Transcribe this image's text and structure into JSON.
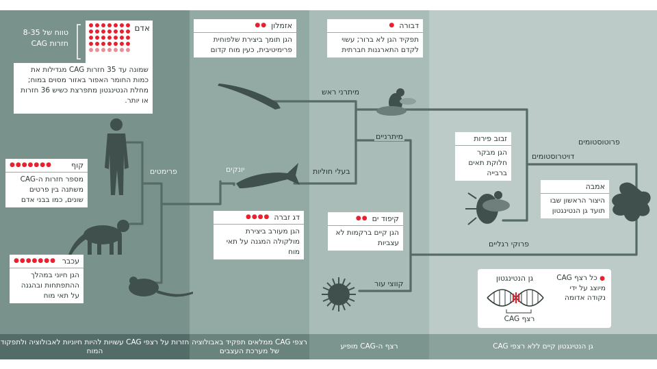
{
  "colors": {
    "band1": "#7a928c",
    "band2": "#93aaa4",
    "band3": "#a9bcb7",
    "band4": "#bccbc7",
    "line": "#566b66",
    "red": "#e8212e",
    "animal": "#3f504d"
  },
  "captions": {
    "c1": "חזרות על רצפי CAG עשויות להיות חיוניות לאבולוציה ולתפקוד המוח",
    "c2": "רצפי CAG ממלאים תפקיד באבולוציה של מערכת העצבים",
    "c3": "רצף ה-CAG מופיע",
    "c4": "גן הנטינגטון קיים ללא רצפי CAG"
  },
  "range_note": "טווח של 8-35 חזרות CAG",
  "human": {
    "name": "אדם",
    "text": "שמונה עד 35 חזרות CAG מגדילות את כמות החומר האפור באזור מסוים במוח; מחלת הנטינגטון מתפרצת כשיש 36 חזרות או יותר."
  },
  "monkey": {
    "name": "קוף",
    "dots": "●●●●●●●",
    "text": "מספר חזרות ה-CAG משתנה בין פרטים שונים, כמו בבני אדם"
  },
  "mouse": {
    "name": "עכבר",
    "dots": "●●●●●●●",
    "text": "הגן חיוני במהלך ההתפתחות ובהגנה על תאי מוח"
  },
  "lamprey": {
    "name": "אזמלון",
    "dots": "●●",
    "text": "הגן תומך ביצירת שלפוחית פרימיטיבית, כעין מוח קדום"
  },
  "zebrafish": {
    "name": "דג זברה",
    "dots": "●●●●",
    "text": "הגן מעורב ביצירת מולקולה המגנה על תאי מוח"
  },
  "bee": {
    "name": "דבורה",
    "dots": "●",
    "text": "תפקיד הגן לא ברור; עשוי לקדם התארגנות חברתית"
  },
  "hydra": {
    "name": "קיפוד ים",
    "dots": "●●",
    "text": "הגן קיים ברקמות לא עצביות"
  },
  "fruitfly": {
    "name": "זבוב פירות",
    "text": "הגן מבקר חלוקת תאים ברבייה"
  },
  "amoeba": {
    "name": "אמבה",
    "text": "היצור הראשון שבו תועד גן הנטינגטון"
  },
  "legend": {
    "title": "גן הנטינגטון",
    "note": "כל רצף CAG מיוצג על ידי נקודה אדומה",
    "cag": "רצף CAG"
  },
  "labels": {
    "primates": "פרימטים",
    "mammals": "יונקים",
    "vertebrates": "בעלי חוליות",
    "bilaterians": "מיתרניים",
    "chordates": "מיתרני ראש",
    "deuterostomes": "דויטרוסטומים",
    "protostomes": "פרוטוסטומים",
    "arthropods": "פרוקי רגליים",
    "echinoderms": "קווצי עור"
  }
}
